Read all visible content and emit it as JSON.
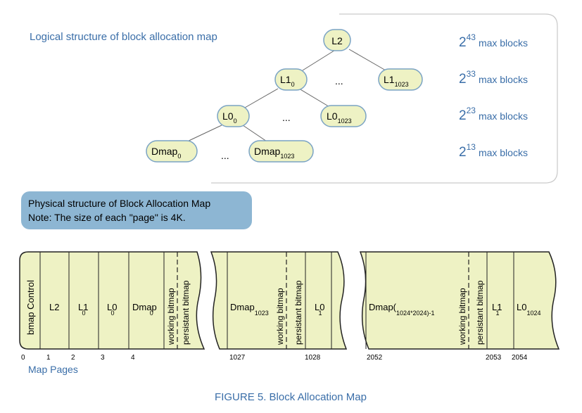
{
  "logical_title": "Logical structure of block allocation map",
  "tree": {
    "l2": {
      "base": "L2",
      "sub": ""
    },
    "l1_0": {
      "base": "L1",
      "sub": "0"
    },
    "l1_1023": {
      "base": "L1",
      "sub": "1023"
    },
    "l0_0": {
      "base": "L0",
      "sub": "0"
    },
    "l0_1023": {
      "base": "L0",
      "sub": "1023"
    },
    "dmap_0": {
      "base": "Dmap",
      "sub": "0"
    },
    "dmap_1023": {
      "base": "Dmap",
      "sub": "1023"
    },
    "ellipsis": "..."
  },
  "capacities": [
    {
      "base": "2",
      "exp": "43",
      "label": "max blocks"
    },
    {
      "base": "2",
      "exp": "33",
      "label": "max blocks"
    },
    {
      "base": "2",
      "exp": "23",
      "label": "max blocks"
    },
    {
      "base": "2",
      "exp": "13",
      "label": "max blocks"
    }
  ],
  "physical_box": {
    "line1": "Physical structure of Block Allocation Map",
    "line2": "Note: The size of each \"page\" is 4K."
  },
  "segment1": {
    "control": "bmap Control",
    "l2": "L2",
    "l1": {
      "base": "L1",
      "sub": "0"
    },
    "l0": {
      "base": "L0",
      "sub": "0"
    },
    "dmap": {
      "base": "Dmap",
      "sub": "0"
    },
    "working": "working bitmap",
    "persistent": "persistant bitmap"
  },
  "segment2": {
    "dmap": {
      "base": "Dmap",
      "sub": "1023"
    },
    "working": "working bitmap",
    "persistent": "persistant bitmap",
    "l0": {
      "base": "L0",
      "sub": "1"
    }
  },
  "segment3": {
    "dmap": {
      "base": "Dmap(",
      "sub": "1024*2024)-1"
    },
    "working": "working bitmap",
    "persistent": "persistant bitmap",
    "l1": {
      "base": "L1",
      "sub": "1"
    },
    "l0": {
      "base": "L0",
      "sub": "1024"
    }
  },
  "page_numbers": [
    "0",
    "1",
    "2",
    "3",
    "4",
    "1027",
    "1028",
    "2052",
    "2053",
    "2054"
  ],
  "map_pages_label": "Map Pages",
  "figure_caption": "FIGURE 5. Block Allocation Map",
  "colors": {
    "node_fill": "#eef2c4",
    "node_stroke": "#7aa3c4",
    "blue_text": "#3a6ea8",
    "segment_fill": "#eef2c4",
    "note_fill": "#8db6d3"
  }
}
